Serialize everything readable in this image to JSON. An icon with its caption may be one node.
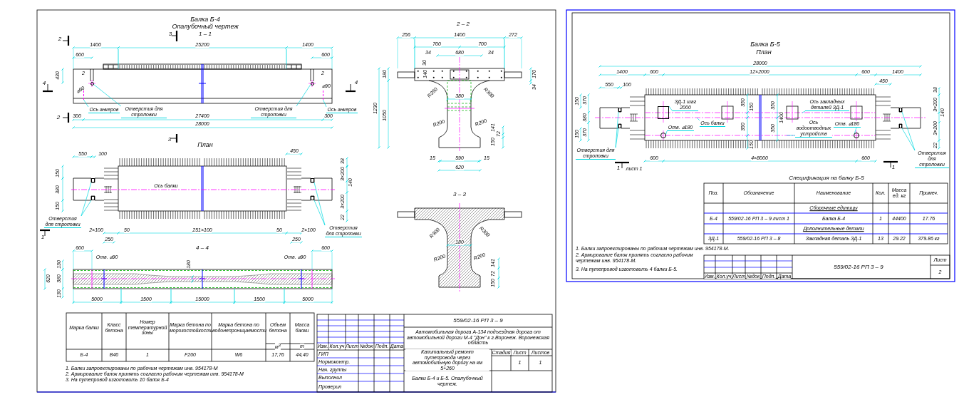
{
  "diagram": {
    "nodes": [
      {
        "text": [
          "Ось анкеров"
        ]
      },
      {
        "text": [
          "Отверстия для строповки"
        ]
      },
      {
        "text": [
          "Отверстия для строповки"
        ]
      },
      {
        "text": [
          "Ось анкеров"
        ]
      },
      {
        "text": [
          "Отверстия для строповки"
        ]
      },
      {
        "text": [
          "Отверстия для строповки"
        ]
      },
      {
        "text": [
          "ЗД-1 шаг 2000"
        ]
      },
      {
        "text": [
          "Отв. ⌀180"
        ]
      },
      {
        "text": [
          "Ось балки"
        ]
      },
      {
        "text": [
          "Ось закладных деталей ЗД-1"
        ]
      },
      {
        "text": [
          "Ось водоотводных устройств"
        ]
      },
      {
        "text": [
          "Отв. ⌀180"
        ]
      },
      {
        "text": [
          "Отверстия для строповки"
        ]
      },
      {
        "text": [
          "Отверстия для строповки"
        ]
      },
      {
        "text": [],
        "shape": "circle"
      },
      {
        "text": [],
        "shape": "circle"
      },
      {
        "text": [],
        "shape": "box"
      },
      {
        "text": [],
        "shape": "box"
      },
      {
        "text": [],
        "shape": "box"
      },
      {
        "text": [],
        "shape": "box"
      },
      {
        "text": [],
        "shape": "box"
      },
      {
        "text": [],
        "shape": "circle"
      },
      {
        "text": [],
        "shape": "circle"
      },
      {
        "text": [],
        "shape": "box"
      },
      {
        "text": [],
        "shape": "box"
      },
      {
        "text": [],
        "shape": "box"
      },
      {
        "text": [],
        "shape": "box"
      },
      {
        "text": [],
        "shape": "line"
      },
      {
        "text": [],
        "shape": "line"
      }
    ],
    "edges": [
      {
        "from": 0,
        "to": 27,
        "arrow": "none"
      },
      {
        "from": 1,
        "to": 14,
        "arrow": "none"
      },
      {
        "from": 2,
        "to": 15,
        "arrow": "none"
      },
      {
        "from": 3,
        "to": 28,
        "arrow": "none"
      },
      {
        "from": 4,
        "to": 16,
        "arrow": "none"
      },
      {
        "from": 4,
        "to": 17,
        "arrow": "none"
      },
      {
        "from": 5,
        "to": 18,
        "arrow": "none"
      },
      {
        "from": 5,
        "to": 19,
        "arrow": "none"
      },
      {
        "from": 6,
        "to": 20,
        "arrow": "none"
      },
      {
        "from": 7,
        "to": 21,
        "arrow": "none"
      },
      {
        "from": 8,
        "to": null,
        "arrow": "none"
      },
      {
        "from": 9,
        "to": null,
        "arrow": "none"
      },
      {
        "from": 10,
        "to": null,
        "arrow": "none"
      },
      {
        "from": 11,
        "to": 22,
        "arrow": "none"
      },
      {
        "from": 12,
        "to": 23,
        "arrow": "none"
      },
      {
        "from": 12,
        "to": 24,
        "arrow": "none"
      },
      {
        "from": 13,
        "to": 25,
        "arrow": "none"
      },
      {
        "from": 13,
        "to": 26,
        "arrow": "none"
      }
    ],
    "labels": [
      "Балка Б-4",
      "Опалубочный чертеж",
      "1 – 1",
      "2",
      "3",
      "1400",
      "25200",
      "1400",
      "600",
      "600",
      "430",
      "4",
      "2",
      "⌀90",
      "2",
      "⌀90",
      "4",
      "2",
      "300",
      "27400",
      "300",
      "28000",
      "3",
      "План",
      "550",
      "100",
      "150",
      "380",
      "150",
      "Ось балки",
      "2×100",
      "250",
      "50",
      "251×100",
      "50",
      "2×100",
      "250",
      "450",
      "38",
      "3×200",
      "140",
      "3×200",
      "22",
      "1",
      "600",
      "4 – 4",
      "600",
      "Отв. ⌀90",
      "Отв. ⌀90",
      "130",
      "620",
      "380",
      "130",
      "180",
      "5000",
      "1500",
      "15000",
      "1500",
      "5000",
      "2 – 2",
      "256",
      "1400",
      "272",
      "700",
      "700",
      "34",
      "680",
      "34",
      "30",
      "180",
      "140",
      "170",
      "34",
      "R350",
      "R300",
      "380",
      "1230",
      "1050",
      "R200",
      "R200",
      "141",
      "72",
      "150",
      "15",
      "590",
      "15",
      "620",
      "3 – 3",
      "R300",
      "R300",
      "180",
      "R200",
      "R200",
      "141",
      "72",
      "150",
      "Марка балки",
      "Класс бетона",
      "Номер температурной зоны",
      "Марка бетона по морозостойкости",
      "Марка бетона по водонепроницаемости",
      "Объем бетона",
      "Масса балки",
      "м$^{3}$",
      "т",
      "Б-4",
      "В40",
      "1",
      "F200",
      "W6",
      "17,76",
      "44,40",
      "1. Балки запроектированы по рабочим чертежам инв. 954178-М",
      "2. Армирование балок принять согласно рабочим чертежам инв. 954178-М",
      "3. На путепровод изготовить 10 балок Б-4",
      "559/02-16 РП 3 – 9",
      "Автомобильная дорога А-134 подъездная дорога от автомобильной дороги М-4 \"Дон\" к г.Воронеж. Воронежская область",
      "Изм.",
      "Кол.уч",
      "Лист",
      "№док",
      "Подп.",
      "Дата",
      "ГИП",
      "Нормоконтр.",
      "Нач. группы",
      "Выполнил",
      "Проверил",
      "Капитальный ремонт путепровода через автомобильную дорогу на км 5+260",
      "Стадия",
      "Лист",
      "Листов",
      "1",
      "1",
      "Балки Б-4 и Б-5. Опалубочный чертеж.",
      "Балка Б-5",
      "План",
      "28000",
      "1400",
      "600",
      "12×2000",
      "600",
      "1400",
      "550",
      "100",
      "450",
      "150",
      "370",
      "380",
      "150",
      "370",
      "350",
      "150",
      "350",
      "150",
      "350",
      "1400",
      "350",
      "38",
      "3×200",
      "140",
      "3×200",
      "22",
      "600",
      "4×8000",
      "600",
      "1",
      "лист 1",
      "1",
      "Спецификация на балку Б-5",
      "Поз.",
      "Обозначение",
      "Наименование",
      "Кол.",
      "Масса ед. кг",
      "Примеч.",
      "Сборочные единицы",
      "Б-4",
      "559/02-16 РП 3 – 9 лист 1",
      "Балка Б-4",
      "1",
      "44400",
      "17.76",
      "Дополнительные детали",
      "ЗД-1",
      "559/02-16 РП 3 – 8",
      "Закладная деталь ЗД-1",
      "13",
      "29.22",
      "379.86 кг",
      "1. Балки запроектированы по рабочим чертежам инв. 954178-М.",
      "2. Армирование балок принять согласно рабочим чертежам инв. 954178-М.",
      "3. На путепровод изготовить 4 балки Б-5.",
      "Изм.",
      "Кол.уч",
      "Лист",
      "№док",
      "Подп.",
      "Дата",
      "559/02-16 РП 3 – 9",
      "Лист",
      "2"
    ]
  }
}
